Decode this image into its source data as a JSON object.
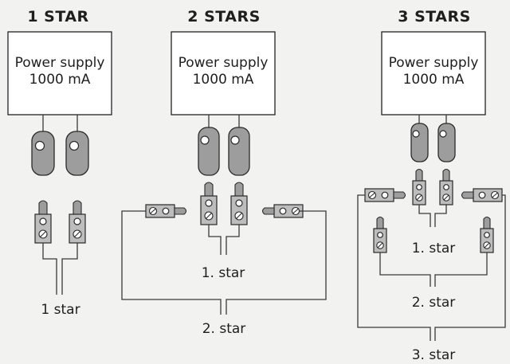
{
  "panels": [
    {
      "title": "1 STAR",
      "supply_line1": "Power supply",
      "supply_line2": "1000 mA",
      "labels": [
        "1 star"
      ]
    },
    {
      "title": "2 STARS",
      "supply_line1": "Power supply",
      "supply_line2": "1000 mA",
      "labels": [
        "1. star",
        "2. star"
      ]
    },
    {
      "title": "3 STARS",
      "supply_line1": "Power supply",
      "supply_line2": "1000 mA",
      "labels": [
        "1. star",
        "2. star",
        "3. star"
      ]
    }
  ]
}
